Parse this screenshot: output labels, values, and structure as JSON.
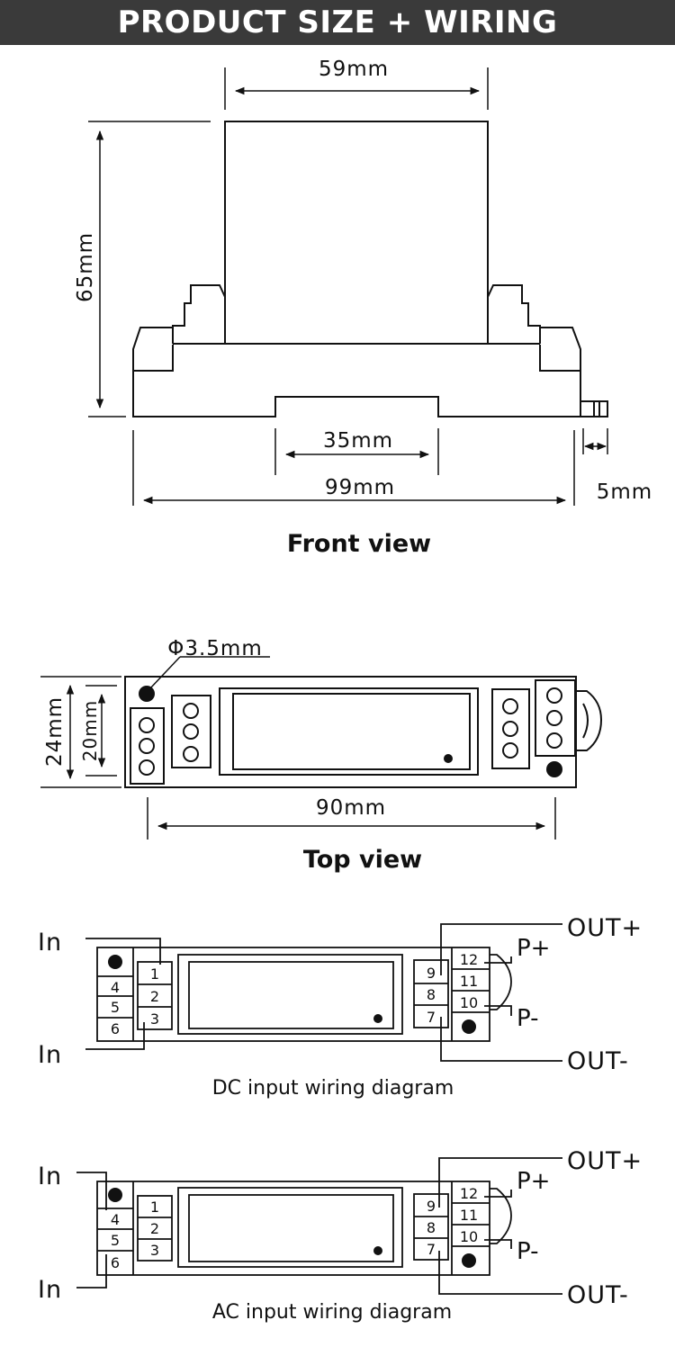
{
  "header": {
    "title": "PRODUCT SIZE + WIRING"
  },
  "front_view": {
    "width_label": "59mm",
    "height_label": "65mm",
    "rail_label": "35mm",
    "overall_label": "99mm",
    "tab_label": "5mm",
    "caption": "Front view"
  },
  "top_view": {
    "hole_label": "Φ3.5mm",
    "outer_height_label": "24mm",
    "inner_height_label": "20mm",
    "hole_spacing_label": "90mm",
    "caption": "Top view"
  },
  "dc_diagram": {
    "in_top": "In",
    "in_bottom": "In",
    "out_plus": "OUT+",
    "out_minus": "OUT-",
    "p_plus": "P+",
    "p_minus": "P-",
    "left_outer_pins": [
      "4",
      "5",
      "6"
    ],
    "left_inner_pins": [
      "1",
      "2",
      "3"
    ],
    "right_inner_pins": [
      "9",
      "8",
      "7"
    ],
    "right_outer_pins": [
      "12",
      "11",
      "10"
    ],
    "caption": "DC input wiring diagram"
  },
  "ac_diagram": {
    "in_top": "In",
    "in_bottom": "In",
    "out_plus": "OUT+",
    "out_minus": "OUT-",
    "p_plus": "P+",
    "p_minus": "P-",
    "left_outer_pins": [
      "4",
      "5",
      "6"
    ],
    "left_inner_pins": [
      "1",
      "2",
      "3"
    ],
    "right_inner_pins": [
      "9",
      "8",
      "7"
    ],
    "right_outer_pins": [
      "12",
      "11",
      "10"
    ],
    "caption": "AC input wiring diagram"
  }
}
